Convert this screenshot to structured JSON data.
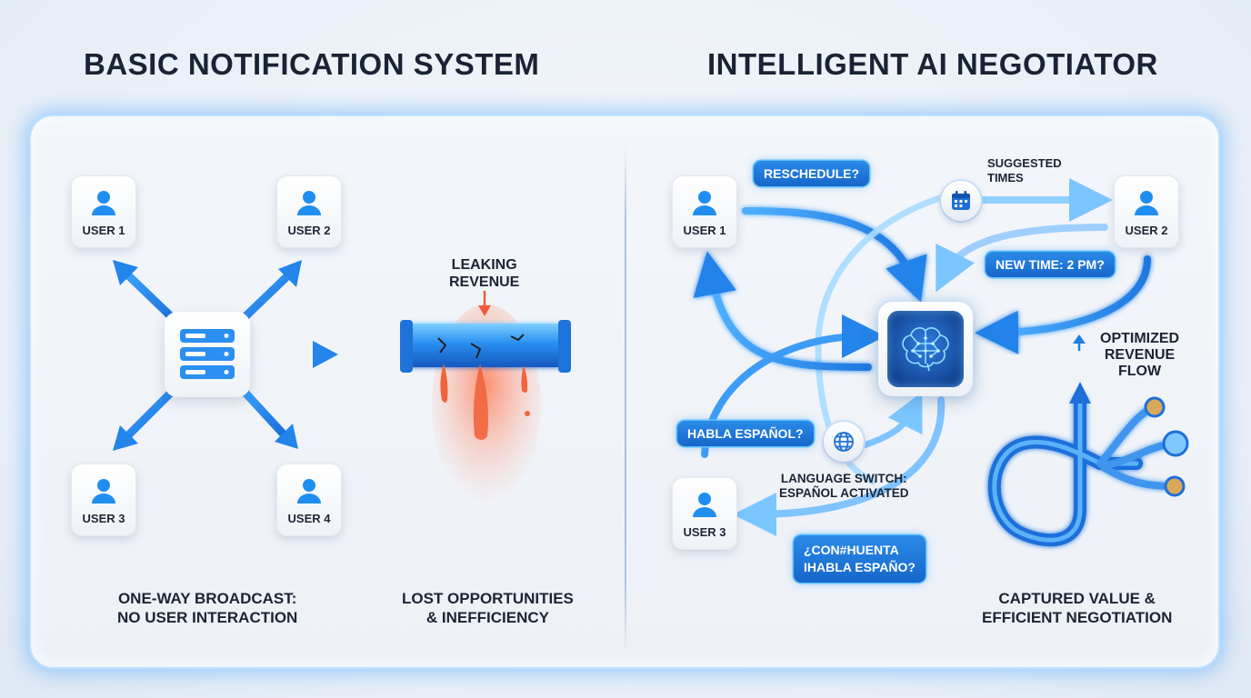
{
  "headings": {
    "left": "BASIC NOTIFICATION SYSTEM",
    "right": "INTELLIGENT AI NEGOTIATOR"
  },
  "left": {
    "users": [
      "USER 1",
      "USER 2",
      "USER 3",
      "USER 4"
    ],
    "leak_label_line1": "LEAKING",
    "leak_label_line2": "REVENUE",
    "caption_broadcast_line1": "ONE-WAY BROADCAST:",
    "caption_broadcast_line2": "NO USER INTERACTION",
    "caption_lost_line1": "LOST OPPORTUNITIES",
    "caption_lost_line2": "& INEFFICIENCY"
  },
  "right": {
    "users": [
      "USER 1",
      "USER 2",
      "USER 3"
    ],
    "bubble_reschedule": "RESCHEDULE?",
    "suggested_line1": "SUGGESTED",
    "suggested_line2": "TIMES",
    "bubble_new_time": "NEW TIME: 2 PM?",
    "bubble_habla": "HABLA ESPAÑOL?",
    "language_switch_line1": "LANGUAGE SWITCH:",
    "language_switch_line2": "ESPAÑOL ACTIVATED",
    "bubble_mixed_line1": "¿CON#HUENTA",
    "bubble_mixed_line2": "IHABLA ESPAÑO?",
    "optimized_line1": "OPTIMIZED",
    "optimized_line2": "REVENUE",
    "optimized_line3": "FLOW",
    "caption_captured_line1": "CAPTURED VALUE &",
    "caption_captured_line2": "EFFICIENT NEGOTIATION"
  },
  "icons": [
    "user-icon",
    "server-icon",
    "brain-icon",
    "calendar-icon",
    "globe-icon",
    "pipe-icon",
    "loop-arrow-icon"
  ],
  "colors": {
    "accent_blue": "#1f7ee6",
    "glow_blue": "#5ec1ff",
    "leak_orange": "#f0643c",
    "text_dark": "#1a2335"
  }
}
